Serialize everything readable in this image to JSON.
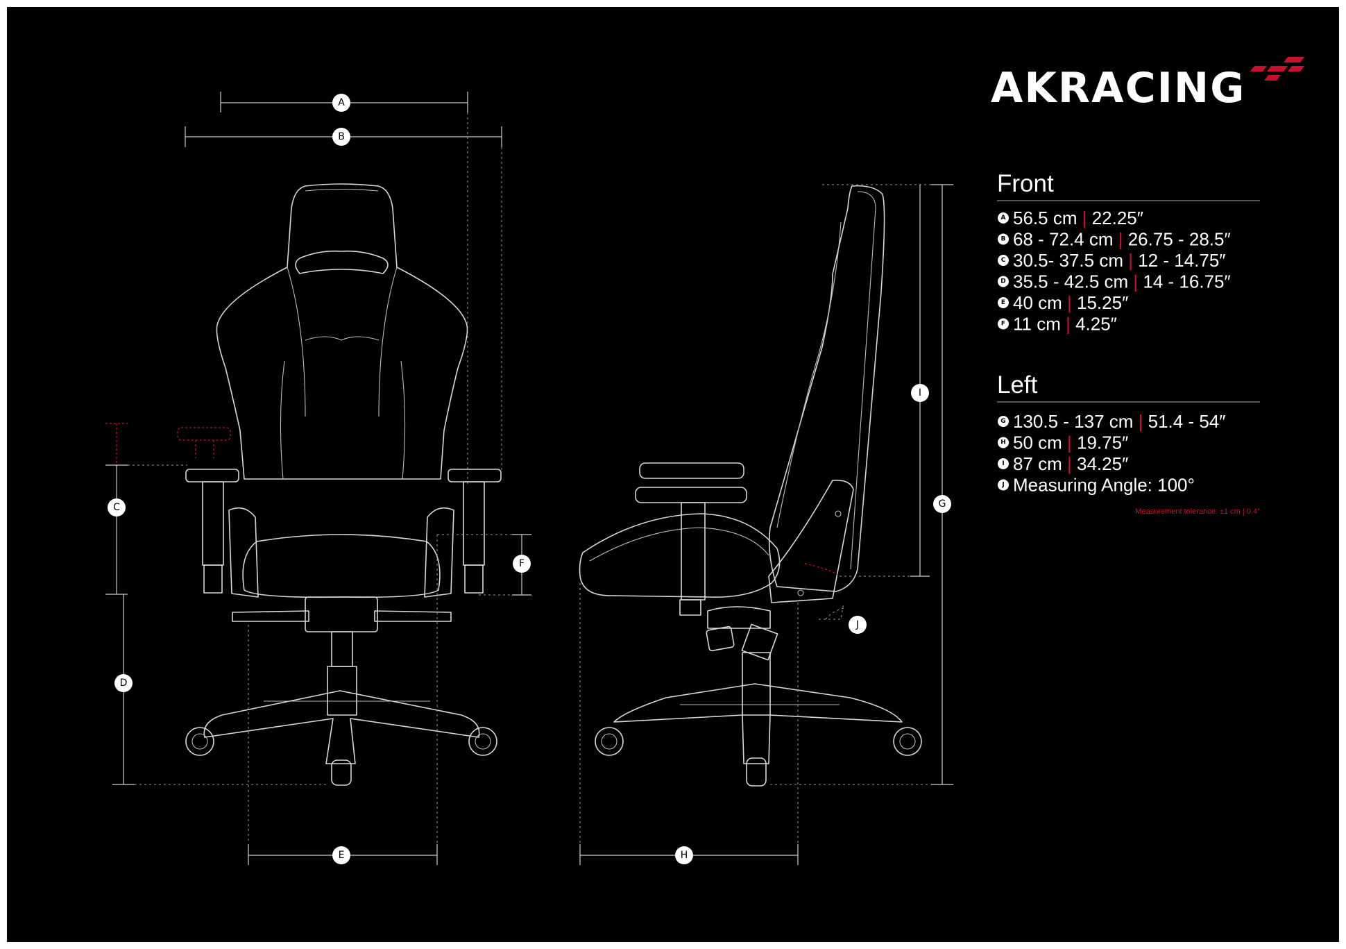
{
  "brand": {
    "name": "AKRACING",
    "accent_color": "#c8102e"
  },
  "front": {
    "title": "Front",
    "specs": [
      {
        "key": "A",
        "metric": "56.5 cm",
        "imperial": "22.25″"
      },
      {
        "key": "B",
        "metric": "68 - 72.4 cm",
        "imperial": "26.75 - 28.5″"
      },
      {
        "key": "C",
        "metric": "30.5- 37.5 cm",
        "imperial": "12 - 14.75″"
      },
      {
        "key": "D",
        "metric": "35.5 - 42.5 cm",
        "imperial": "14 - 16.75″"
      },
      {
        "key": "E",
        "metric": "40 cm",
        "imperial": "15.25″"
      },
      {
        "key": "F",
        "metric": "11 cm",
        "imperial": "4.25″"
      }
    ]
  },
  "left": {
    "title": "Left",
    "specs": [
      {
        "key": "G",
        "metric": "130.5 - 137 cm",
        "imperial": "51.4 - 54″"
      },
      {
        "key": "H",
        "metric": "50 cm",
        "imperial": "19.75″"
      },
      {
        "key": "I",
        "metric": "87 cm",
        "imperial": "34.25″"
      },
      {
        "key": "J",
        "metric": "Measuring Angle: 100°",
        "imperial": ""
      }
    ]
  },
  "separator": "|",
  "tolerance_note": "Measurement tolerance: ±1 cm | 0.4″",
  "diagram_labels": {
    "A": "A",
    "B": "B",
    "C": "C",
    "D": "D",
    "E": "E",
    "F": "F",
    "G": "G",
    "H": "H",
    "I": "I",
    "J": "J"
  }
}
